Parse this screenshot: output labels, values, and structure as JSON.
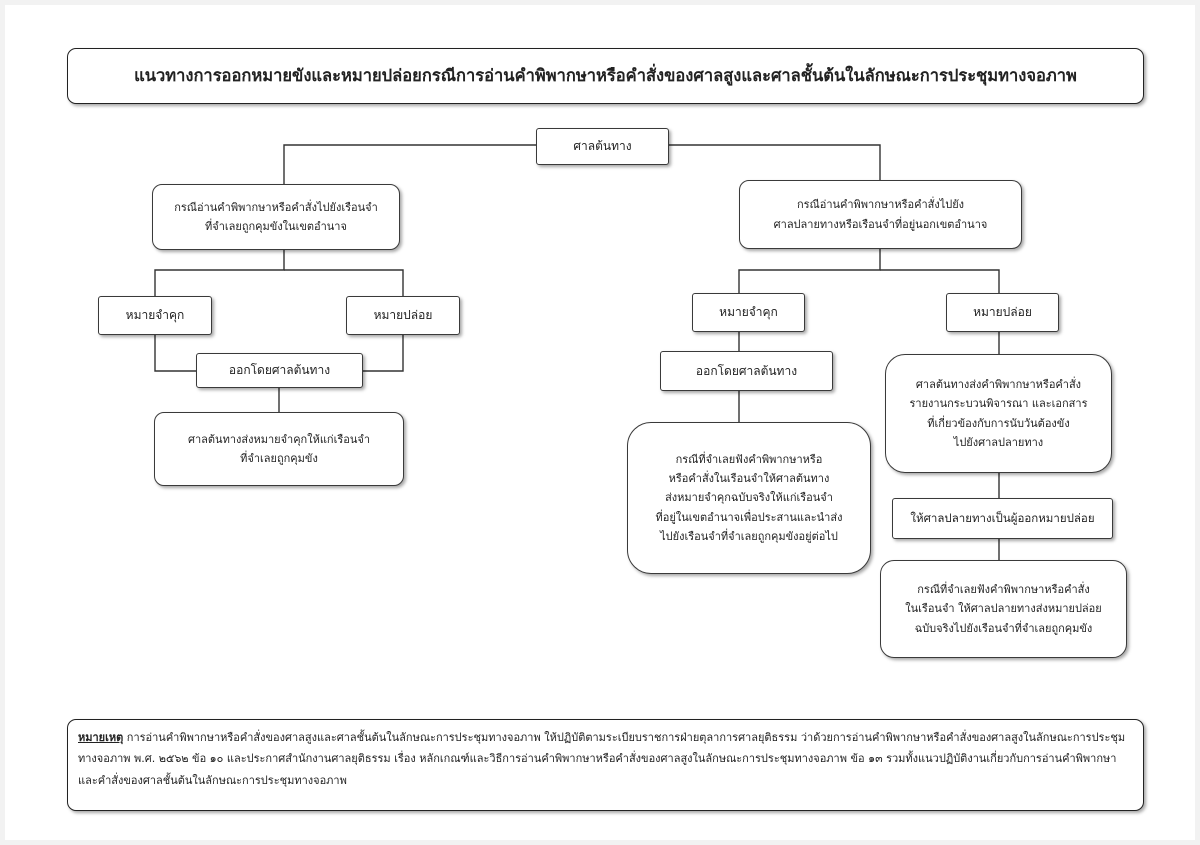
{
  "title": "แนวทางการออกหมายขังและหมายปล่อยกรณีการอ่านคำพิพากษาหรือคำสั่งของศาลสูงและศาลชั้นต้นในลักษณะการประชุมทางจอภาพ",
  "root": "ศาลต้นทาง",
  "left": {
    "case": "กรณีอ่านคำพิพากษาหรือคำสั่งไปยังเรือนจำ\nที่จำเลยถูกคุมขังในเขตอำนาจ",
    "warrant_imprison": "หมายจำคุก",
    "warrant_release": "หมายปล่อย",
    "issued_by": "ออกโดยศาลต้นทาง",
    "action": "ศาลต้นทางส่งหมายจำคุกให้แก่เรือนจำ\nที่จำเลยถูกคุมขัง"
  },
  "right": {
    "case": "กรณีอ่านคำพิพากษาหรือคำสั่งไปยัง\nศาลปลายทางหรือเรือนจำที่อยู่นอกเขตอำนาจ",
    "warrant_imprison": "หมายจำคุก",
    "warrant_release": "หมายปล่อย",
    "issued_by": "ออกโดยศาลต้นทาง",
    "imprison_detail": "กรณีที่จำเลยฟังคำพิพากษาหรือ\nหรือคำสั่งในเรือนจำให้ศาลต้นทาง\nส่งหมายจำคุกฉบับจริงให้แก่เรือนจำ\nที่อยู่ในเขตอำนาจเพื่อประสานและนำส่ง\nไปยังเรือนจำที่จำเลยถูกคุมขังอยู่ต่อไป",
    "release_send": "ศาลต้นทางส่งคำพิพากษาหรือคำสั่ง\nรายงานกระบวนพิจารณา และเอกสาร\nที่เกี่ยวข้องกับการนับวันต้องขัง\nไปยังศาลปลายทาง",
    "release_issuer": "ให้ศาลปลายทางเป็นผู้ออกหมายปล่อย",
    "release_detail": "กรณีที่จำเลยฟังคำพิพากษาหรือคำสั่ง\nในเรือนจำ ให้ศาลปลายทางส่งหมายปล่อย\nฉบับจริงไปยังเรือนจำที่จำเลยถูกคุมขัง"
  },
  "note": {
    "label": "หมายเหตุ",
    "text": " การอ่านคำพิพากษาหรือคำสั่งของศาลสูงและศาลชั้นต้นในลักษณะการประชุมทางจอภาพ ให้ปฏิบัติตามระเบียบราชการฝ่ายตุลาการศาลยุติธรรม ว่าด้วยการอ่านคำพิพากษาหรือคำสั่งของศาลสูงในลักษณะการประชุมทางจอภาพ พ.ศ. ๒๕๖๒ ข้อ ๑๐ และประกาศสำนักงานศาลยุติธรรม เรื่อง หลักเกณฑ์และวิธีการอ่านคำพิพากษาหรือคำสั่งของศาลสูงในลักษณะการประชุมทางจอภาพ ข้อ ๑๓ รวมทั้งแนวปฏิบัติงานเกี่ยวกับการอ่านคำพิพากษาและคำสั่งของศาลชั้นต้นในลักษณะการประชุมทางจอภาพ"
  }
}
